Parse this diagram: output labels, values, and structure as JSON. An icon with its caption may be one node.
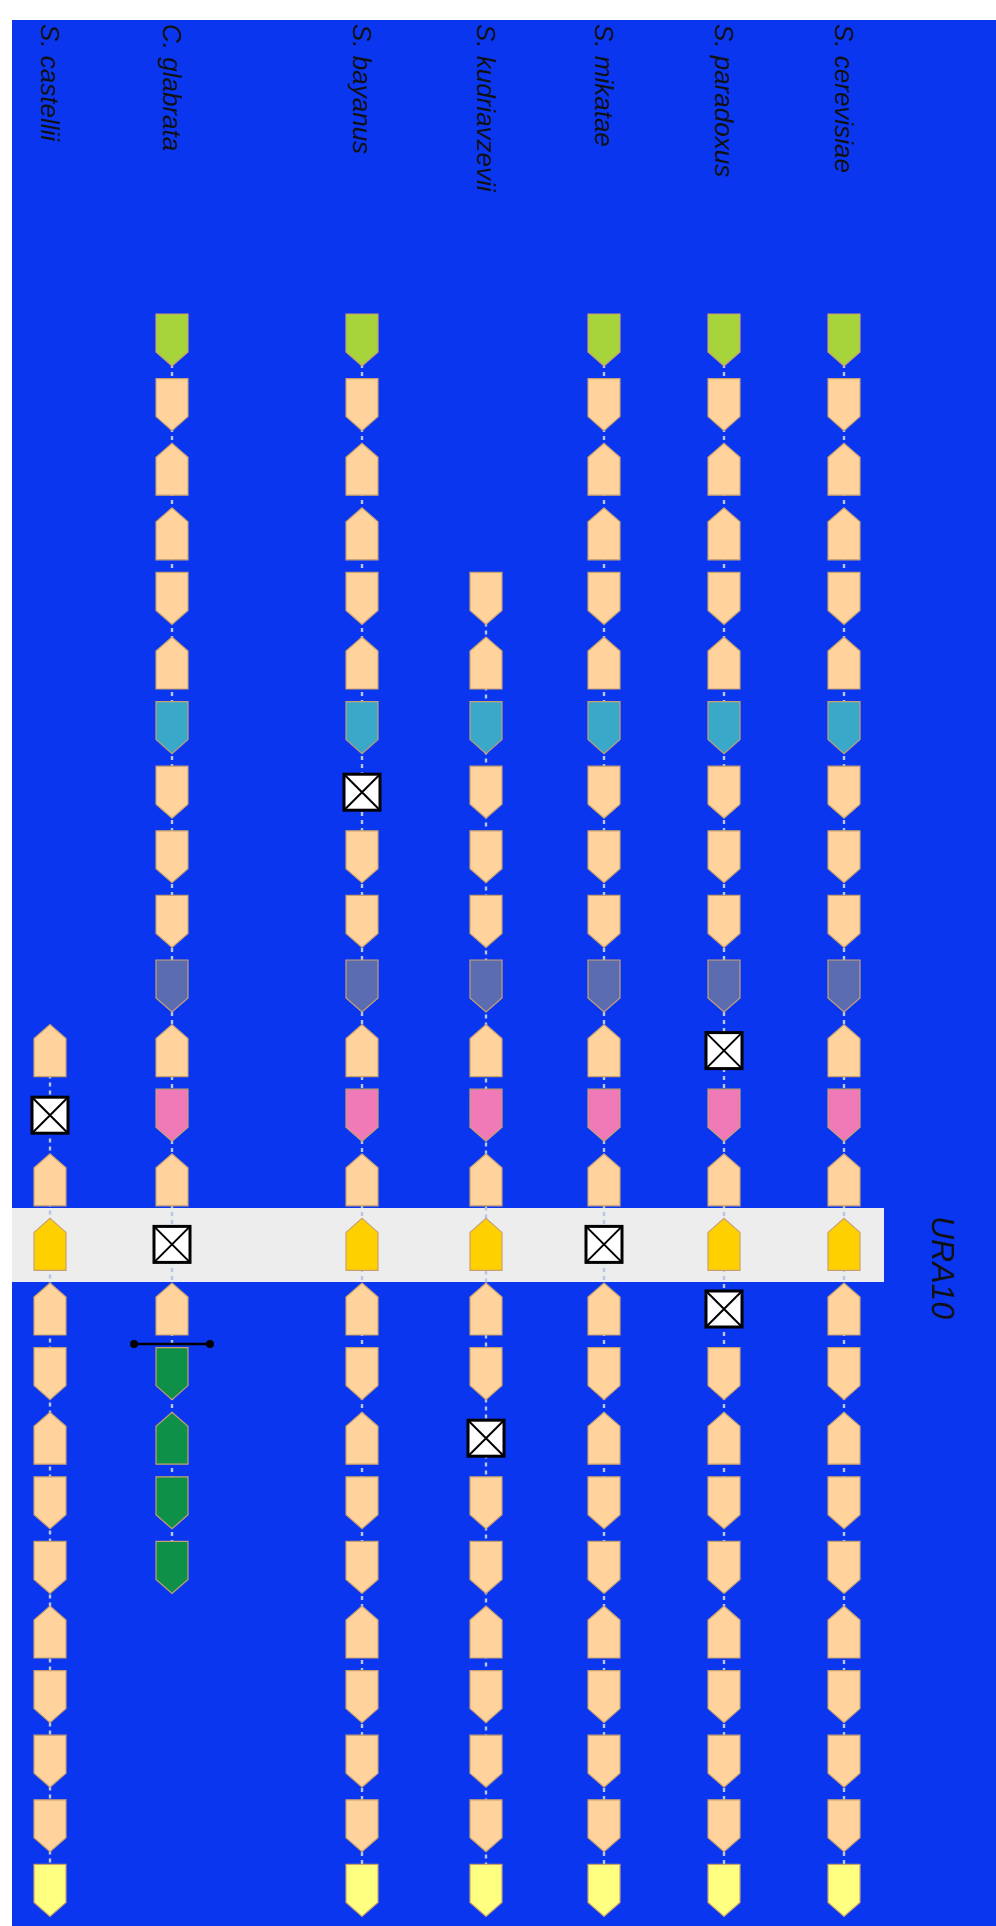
{
  "diagram": {
    "labels": [
      "S. cerevisiae",
      "S. paradoxus",
      "S. mikatae",
      "S. kudriavzevii",
      "S. bayanus",
      "C. glabrata",
      "S. castellii",
      "URA10"
    ]
  }
}
